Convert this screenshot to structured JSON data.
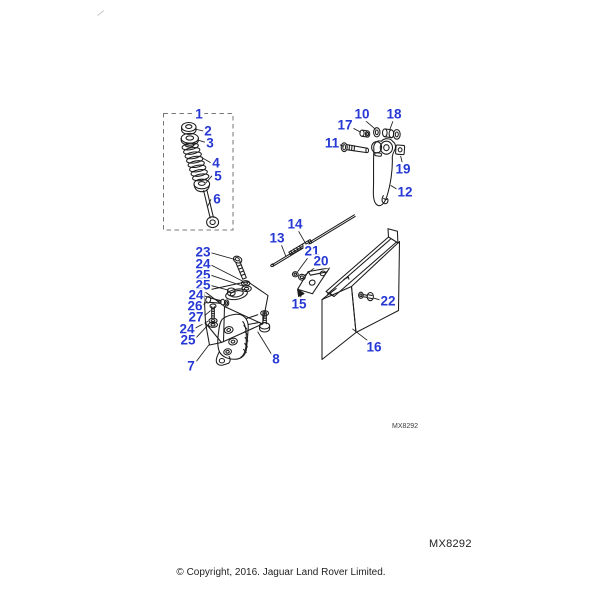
{
  "page": {
    "background_color": "#ffffff",
    "copyright_line": "© Copyright, 2016. Jaguar Land Rover Limited.",
    "figure_code": "MX8292",
    "inline_figure_code": "MX8292"
  },
  "diagram": {
    "type": "exploded-parts-illustration",
    "label_color": "#2638d4",
    "line_color": "#1c1c1c",
    "callouts": [
      {
        "part": "1"
      },
      {
        "part": "2"
      },
      {
        "part": "3"
      },
      {
        "part": "4"
      },
      {
        "part": "5"
      },
      {
        "part": "6"
      },
      {
        "part": "10"
      },
      {
        "part": "17"
      },
      {
        "part": "18"
      },
      {
        "part": "11"
      },
      {
        "part": "19"
      },
      {
        "part": "12"
      },
      {
        "part": "14"
      },
      {
        "part": "13"
      },
      {
        "part": "21"
      },
      {
        "part": "20"
      },
      {
        "part": "15"
      },
      {
        "part": "23"
      },
      {
        "part": "24"
      },
      {
        "part": "25"
      },
      {
        "part": "25"
      },
      {
        "part": "24"
      },
      {
        "part": "26"
      },
      {
        "part": "27"
      },
      {
        "part": "24"
      },
      {
        "part": "25"
      },
      {
        "part": "7"
      },
      {
        "part": "8"
      },
      {
        "part": "22"
      },
      {
        "part": "16"
      }
    ]
  }
}
